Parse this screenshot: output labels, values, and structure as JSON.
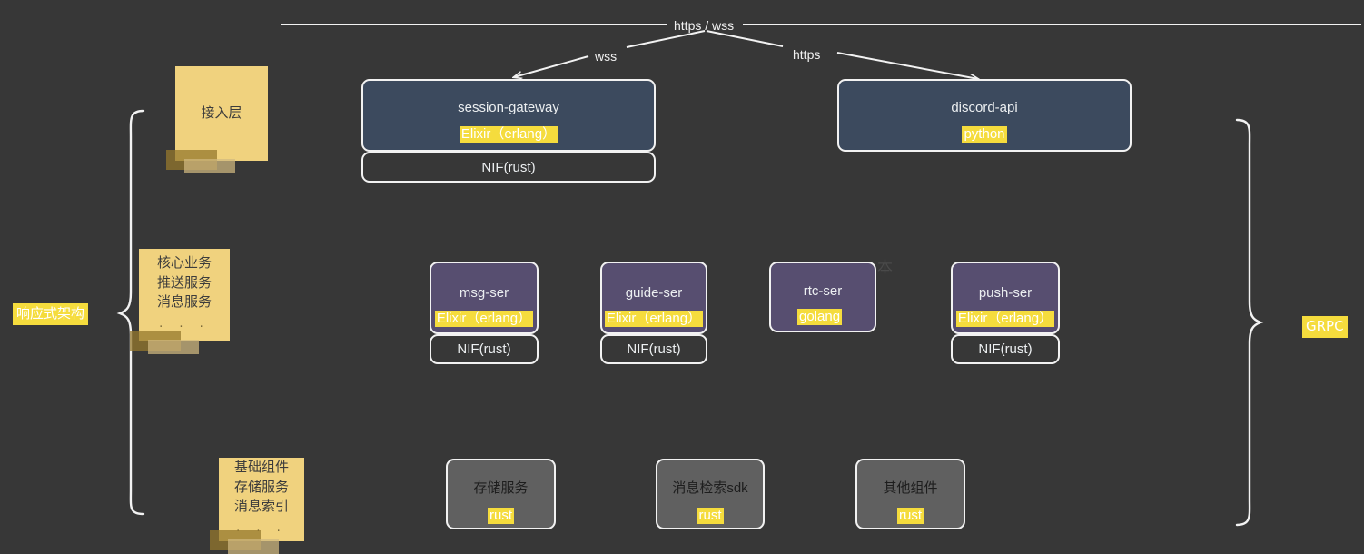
{
  "diagram": {
    "title": "响应式架构",
    "background_color": "#373737",
    "accent_color": "#f5dc3d",
    "left_label": "响应式架构",
    "right_label": "GRPC",
    "watermark": "本"
  },
  "edges": {
    "trunk_label": "https / wss",
    "left_branch_label": "wss",
    "right_branch_label": "https"
  },
  "layers": [
    {
      "note": {
        "lines": [
          "接入层"
        ],
        "dots": ""
      }
    },
    {
      "note": {
        "lines": [
          "核心业务",
          "推送服务",
          "消息服务"
        ],
        "dots": "· · ·"
      }
    },
    {
      "note": {
        "lines": [
          "基础组件",
          "存储服务",
          "消息索引"
        ],
        "dots": "· · ·"
      }
    }
  ],
  "gateway_nodes": [
    {
      "title": "session-gateway",
      "tag": "Elixir（erlang）",
      "sub": "NIF(rust)"
    },
    {
      "title": "discord-api",
      "tag": "python",
      "sub": null
    }
  ],
  "service_nodes": [
    {
      "title": "msg-ser",
      "tag": "Elixir（erlang）",
      "sub": "NIF(rust)"
    },
    {
      "title": "guide-ser",
      "tag": "Elixir（erlang）",
      "sub": "NIF(rust)"
    },
    {
      "title": "rtc-ser",
      "tag": "golang",
      "sub": null
    },
    {
      "title": "push-ser",
      "tag": "Elixir（erlang）",
      "sub": "NIF(rust)"
    }
  ],
  "infra_nodes": [
    {
      "title": "存储服务",
      "tag": "rust"
    },
    {
      "title": "消息检索sdk",
      "tag": "rust"
    },
    {
      "title": "其他组件",
      "tag": "rust"
    }
  ]
}
